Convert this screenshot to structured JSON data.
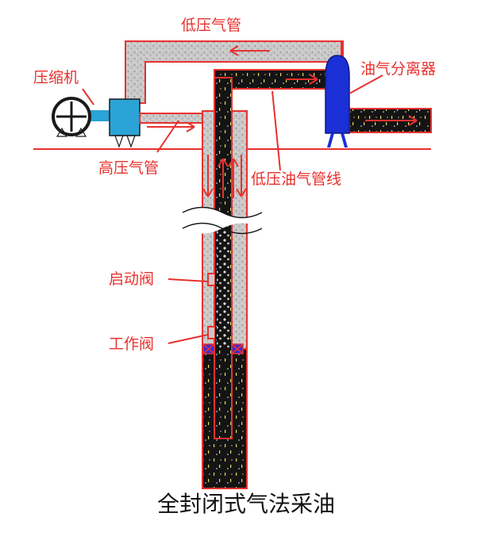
{
  "title": "全封闭式气法采油",
  "labels": {
    "low_pressure_gas_pipe": "低压气管",
    "compressor": "压缩机",
    "separator": "油气分离器",
    "high_pressure_gas_pipe": "高压气管",
    "low_pressure_oil_gas_line": "低压油气管线",
    "start_valve": "启动阀",
    "working_valve": "工作阀"
  },
  "colors": {
    "label_red": "#e8312f",
    "pipe_outline": "#e8312f",
    "gas": "#c9c9c9",
    "oil": "#141414",
    "separator_blue": "#1a2fd6",
    "compressor_blue": "#2aa3d6",
    "ground_line": "#e8312f",
    "valve_blue": "#3a2bd8"
  },
  "icons": [
    "compressor-wheel-icon",
    "flow-arrow-icon",
    "separator-vessel-icon",
    "break-mark-icon"
  ]
}
